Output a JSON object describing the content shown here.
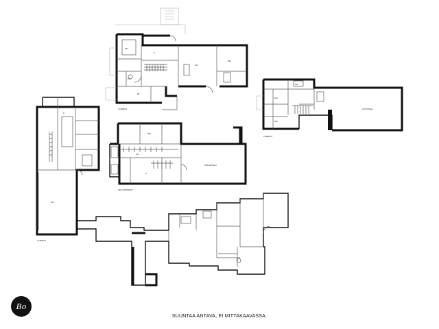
{
  "caption": "SUUNTAA ANTAVA, EI MITTAKAAVASSA.",
  "logo": {
    "text": "Bo"
  },
  "floors": [
    {
      "id": "ground",
      "label": "1.KERROS"
    },
    {
      "id": "upper",
      "label": "2.KERROS"
    },
    {
      "id": "basement",
      "label": "KELLARIKERROS"
    },
    {
      "id": "side",
      "label": "1.KERROS"
    }
  ],
  "rooms": {
    "olohuone": "OH",
    "keittio": "K",
    "makuuhuone": "MH",
    "kylpyhuone": "KH",
    "wc": "WC",
    "eteinen": "ET",
    "varasto": "VAR",
    "autotalli": "AUTOTALLI",
    "askartelu": "ASKARTELU",
    "sauna": "S",
    "pesuhuone": "PH"
  },
  "colors": {
    "line": "#111111",
    "background": "#ffffff"
  }
}
